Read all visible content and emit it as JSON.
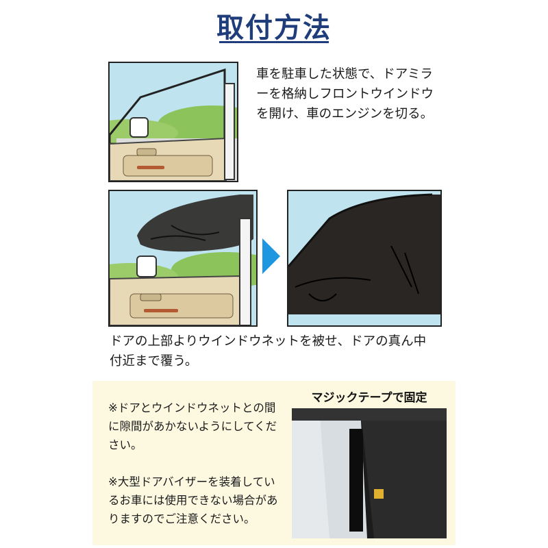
{
  "title": "取付方法",
  "steps": [
    {
      "text": "車を駐車した状態で、ドアミラーを格納しフロントウインドウを開け、車のエンジンを切る。"
    },
    {
      "text": "ドアの上部よりウインドウネットを被せ、ドアの真ん中付近まで覆う。"
    }
  ],
  "notes": {
    "note1": "※ドアとウインドウネットとの間に隙間があかないようにしてください。",
    "note2": "※大型ドアバイザーを装着しているお車には使用できない場合がありますのでご注意ください。"
  },
  "photo_label": "マジックテープで固定",
  "colors": {
    "title": "#1f3d7a",
    "arrow": "#1e96e0",
    "note_bg": "#fdf9e1",
    "sky": "#bfe3ef",
    "grass": "#8cc35a",
    "net": "#2a2623"
  }
}
